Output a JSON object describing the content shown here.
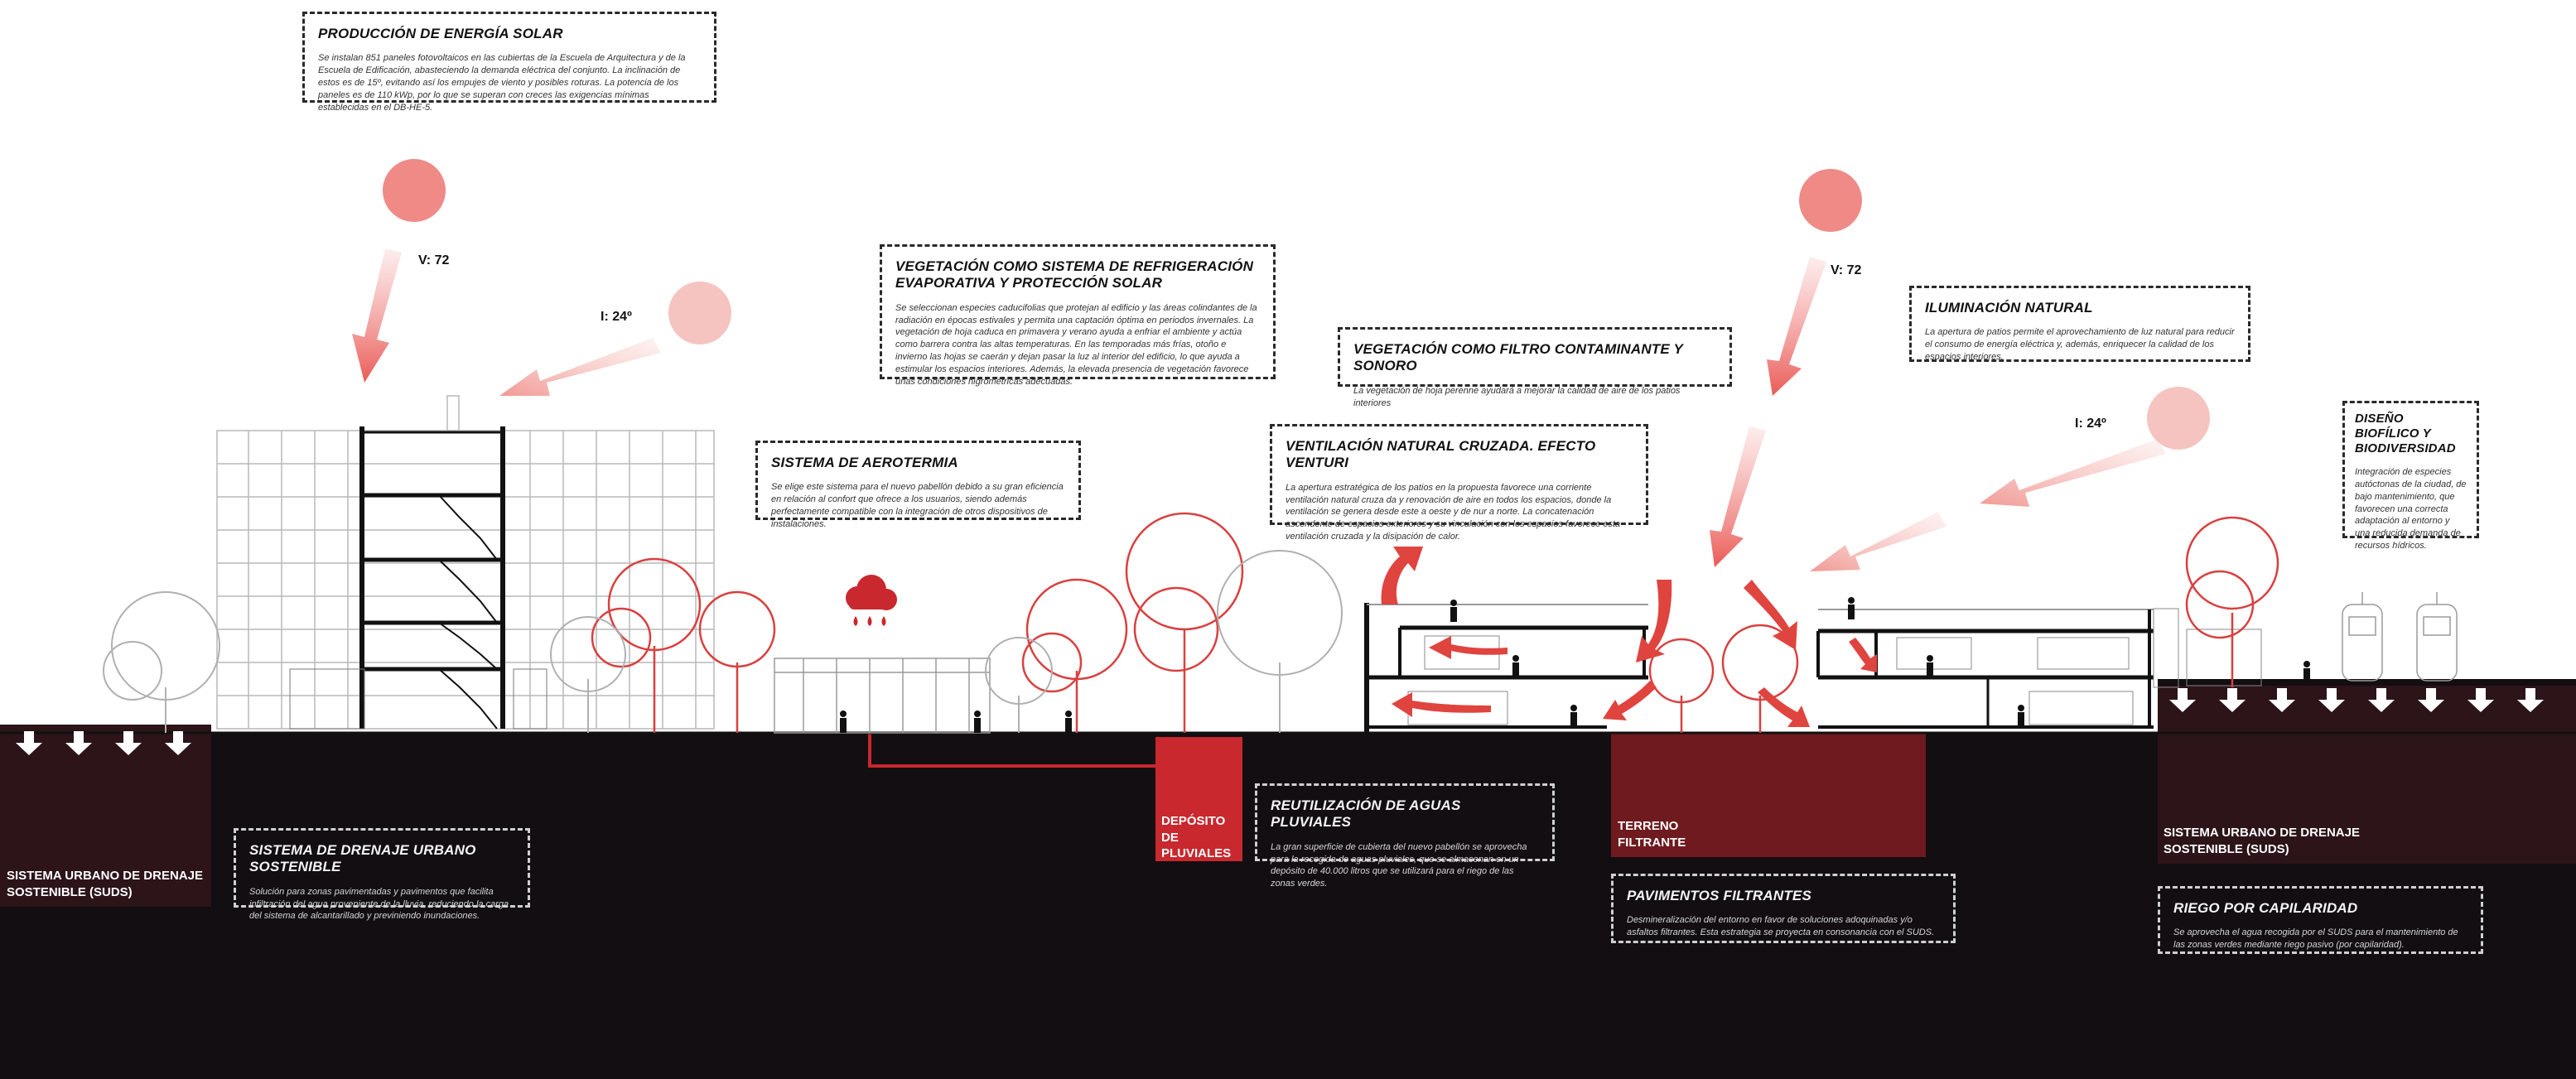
{
  "colors": {
    "accent_red": "#c8282e",
    "sun": "#ef8a86",
    "sun_light": "#f6c4c0",
    "ground_dark": "#120e12",
    "suds_band": "#2c1418",
    "terreno": "#6e1a1e"
  },
  "notes": {
    "solar": {
      "title": "PRODUCCIÓN DE ENERGÍA SOLAR",
      "body": "Se instalan 851 paneles fotovoltaicos en las cubiertas de la Escuela de Arquitectura y de la Escuela de Edificación, abasteciendo la demanda eléctrica del conjunto. La inclinación de estos es de 15º, evitando así los empujes de viento y posibles roturas. La potencia de los paneles es de 110 kWp, por lo que se superan con creces las exigencias mínimas establecidas en el DB-HE-5."
    },
    "vegetation_cooling": {
      "title": "VEGETACIÓN COMO SISTEMA DE REFRIGERACIÓN EVAPORATIVA Y PROTECCIÓN SOLAR",
      "body": "Se seleccionan especies caducifolias que protejan al edificio y las áreas colindantes de la radiación en épocas estivales y permita una captación óptima en periodos invernales. La vegetación de hoja caduca en primavera y verano ayuda a enfriar el ambiente y actúa como barrera contra las altas temperaturas. En las temporadas más frías, otoño e invierno las hojas se caerán y dejan pasar la luz al interior del edificio, lo que ayuda a estimular los espacios interiores. Además, la elevada presencia de vegetación favorece unas condiciones higrométricas adecuadas."
    },
    "vegetation_filter": {
      "title": "VEGETACIÓN COMO FILTRO CONTAMINANTE Y SONORO",
      "body": "La vegetación de hoja perenne ayudará a mejorar la calidad de aire de los patios interiores"
    },
    "natural_lighting": {
      "title": "ILUMINACIÓN NATURAL",
      "body": "La apertura de patios permite el aprovechamiento de luz natural para reducir el consumo de energía eléctrica y, además, enriquecer la calidad de los espacios interiores."
    },
    "aerothermal": {
      "title": "SISTEMA DE AEROTERMIA",
      "body": "Se elige este sistema para el nuevo pabellón debido a su gran eficiencia en relación al confort que ofrece a los usuarios, siendo además perfectamente compatible con la integración de otros dispositivos de instalaciones."
    },
    "ventilation": {
      "title": "VENTILACIÓN NATURAL CRUZADA. EFECTO VENTURI",
      "body": "La apertura estratégica de los patios en la propuesta favorece una corriente ventilación natural cruza da y renovación de aire en todos los espacios, donde la ventilación se genera desde este a oeste y de nur a norte. La concatenación ascendente de espacios exteriores y su vinculación con los espacios favorece esta ventilación cruzada y la disipación de calor."
    },
    "biophilic": {
      "title": "DISEÑO BIOFÍLICO Y BIODIVERSIDAD",
      "body": "Integración de especies autóctonas de la ciudad, de bajo mantenimiento, que favorecen una correcta adaptación al entorno y una reducida demanda de recursos hídricos."
    },
    "suds_left": {
      "title": "SISTEMA DE DRENAJE URBANO SOSTENIBLE",
      "body": "Solución para zonas pavimentadas y pavimentos que facilita infiltración del agua proveniente de la lluvia, reduciendo la carga del sistema de alcantarillado y previniendo inundaciones."
    },
    "rainwater_reuse": {
      "title": "REUTILIZACIÓN DE AGUAS PLUVIALES",
      "body": "La gran superficie de cubierta del nuevo pabellón se aprovecha para la recogida de aguas pluviales, que se almacenan en un depósito de 40.000 litros que se utilizará para el riego de las zonas verdes."
    },
    "filter_paving": {
      "title": "PAVIMENTOS FILTRANTES",
      "body": "Desmineralización del entorno en favor de soluciones adoquinadas y/o asfaltos filtrantes. Esta estrategia se proyecta en consonancia con el SUDS."
    },
    "capillary": {
      "title": "RIEGO POR CAPILARIDAD",
      "body": "Se aprovecha el agua recogida por el SUDS para el mantenimiento de las zonas verdes mediante riego pasivo (por capilaridad)."
    }
  },
  "sun_labels": {
    "v_left": "V: 72",
    "i_left": "I: 24º",
    "v_right": "V: 72",
    "i_right": "I: 24º"
  },
  "ground_tags": {
    "suds_left": "SISTEMA URBANO DE DRENAJE SOSTENIBLE (SUDS)",
    "deposit": "DEPÓSITO DE PLUVIALES",
    "terreno": "TERRENO FILTRANTE",
    "suds_right": "SISTEMA URBANO DE DRENAJE SOSTENIBLE (SUDS)"
  },
  "icons": [
    "sun-icon",
    "rain-cloud-icon",
    "airflow-arrow-icon",
    "drain-arrow-icon",
    "tree-icon",
    "tram-icon",
    "person-icon"
  ]
}
